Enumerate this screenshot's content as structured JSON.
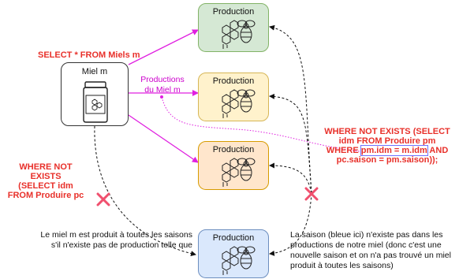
{
  "miel_box": {
    "title": "Miel m"
  },
  "production_boxes": [
    {
      "title": "Production",
      "fill": "#d5e8d4",
      "stroke": "#82b366"
    },
    {
      "title": "Production",
      "fill": "#fff2cc",
      "stroke": "#d6b656"
    },
    {
      "title": "Production",
      "fill": "#ffe6cc",
      "stroke": "#d79b00"
    },
    {
      "title": "Production",
      "fill": "#dae8fc",
      "stroke": "#6c8ebf"
    }
  ],
  "labels": {
    "select_miels": "SELECT * FROM Miels m",
    "productions_du_miel": [
      "Productions",
      "du Miel m"
    ],
    "where_not_exists_left": [
      "WHERE NOT EXISTS",
      "(SELECT idm",
      "FROM Produire pc"
    ],
    "where_not_exists_right": {
      "line1": "WHERE NOT EXISTS (SELECT",
      "line2": "idm FROM Produire pm",
      "line3_prefix": "WHERE ",
      "line3_highlight": "pm.idm = m.idm",
      "line3_suffix": " AND",
      "line4": "pc.saison = pm.saison));"
    },
    "caption_left": [
      "Le miel m est produit à toutes les saisons",
      "s'il n'existe pas de production telle que"
    ],
    "caption_right": [
      "La saison (bleue ici) n'existe pas dans les",
      "productions de notre miel (donc c'est une",
      "nouvelle saison et on n'a pas trouvé un miel",
      "produit à toutes les saisons)"
    ]
  },
  "colors": {
    "arrow_magenta": "#e020e0",
    "red": "#e8302a",
    "cross": "#f0506e",
    "highlight_box": "#7070ff"
  }
}
